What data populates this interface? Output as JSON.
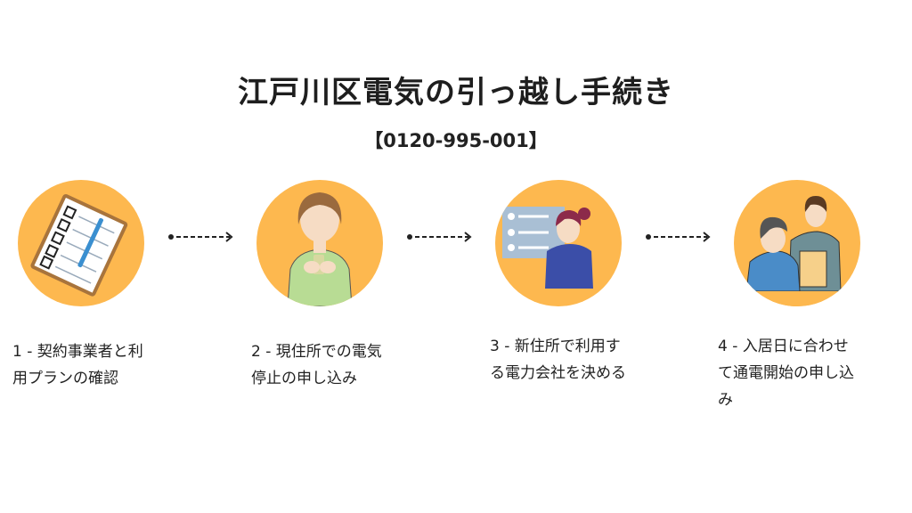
{
  "title": "江戸川区電気の引っ越し手続き",
  "phone": "【0120-995-001】",
  "colors": {
    "circle": "#fdb84f",
    "arrow": "#222222"
  },
  "steps": [
    {
      "icon": "checklist-clipboard-icon",
      "line1": "1 - 契約事業者と利",
      "line2": "用プランの確認",
      "line3": ""
    },
    {
      "icon": "woman-with-phone-icon",
      "line1": "2 - 現住所での電気",
      "line2": "停止の申し込み",
      "line3": ""
    },
    {
      "icon": "woman-with-checklist-icon",
      "line1": "3 - 新住所で利用す",
      "line2": "る電力会社を決める",
      "line3": ""
    },
    {
      "icon": "customer-consultation-icon",
      "line1": "4 - 入居日に合わせ",
      "line2": "て通電開始の申し込",
      "line3": "み"
    }
  ]
}
